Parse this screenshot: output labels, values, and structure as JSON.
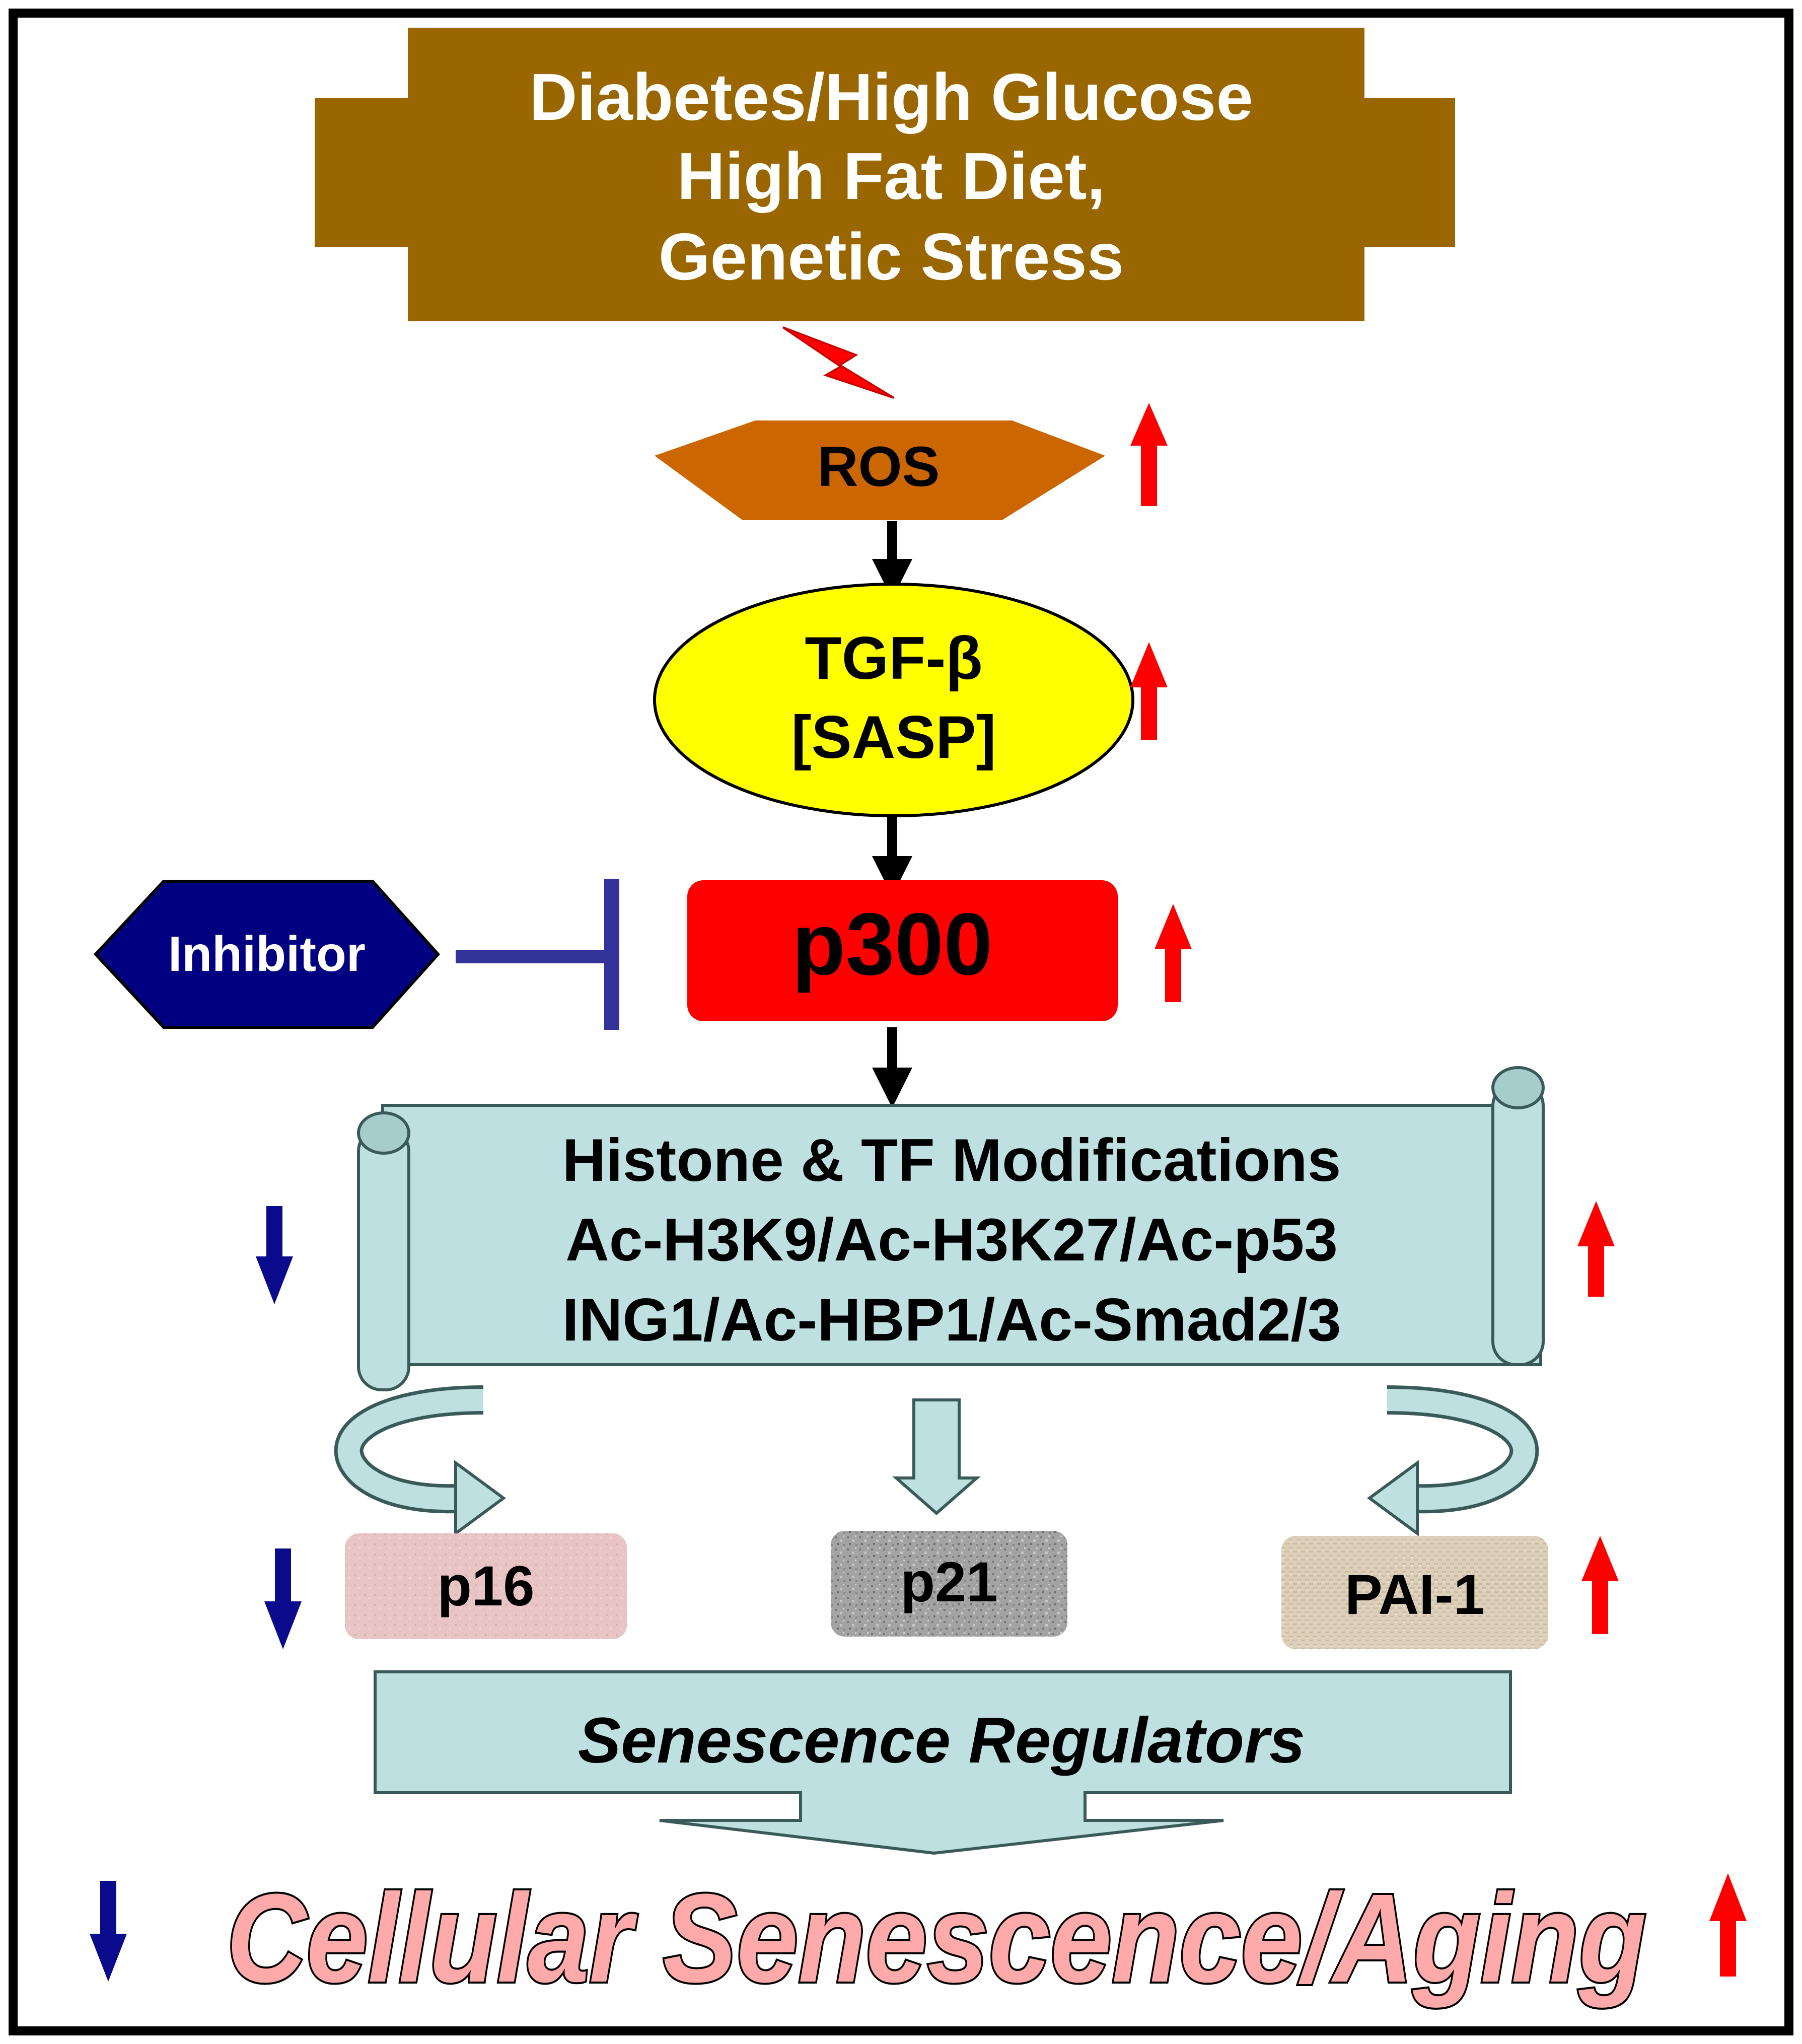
{
  "stressors": {
    "line1": "Diabetes/High Glucose",
    "line2": "High Fat Diet,",
    "line3": "Genetic Stress"
  },
  "ros": {
    "label": "ROS"
  },
  "tgf": {
    "line1": "TGF-β",
    "line2": "[SASP]"
  },
  "inhibitor": {
    "label": "Inhibitor"
  },
  "p300": {
    "label": "p300"
  },
  "modifications": {
    "line1": "Histone & TF Modifications",
    "line2": "Ac-H3K9/Ac-H3K27/Ac-p53",
    "line3": "ING1/Ac-HBP1/Ac-Smad2/3"
  },
  "genes": {
    "p16": "p16",
    "p21": "p21",
    "pai1": "PAI-1"
  },
  "regulators": {
    "label": "Senescence Regulators"
  },
  "outcome": {
    "label": "Cellular Senescence/Aging"
  },
  "colors": {
    "stressor_box": "#996600",
    "ros_pentagon": "#cc6600",
    "tgf_ellipse": "#ffff00",
    "p300_box": "#ff0000",
    "inhibitor_hex": "#000080",
    "inhibit_line": "#333399",
    "scroll_fill": "#bfe0e0",
    "up_arrow": "#ff0000",
    "down_arrow": "#0a0a8c",
    "p16_fill": "#e8c4c4",
    "p21_fill": "#9a9a9a",
    "pai1_fill": "#ddd0bb",
    "outcome_text": "#ffaaaa"
  }
}
